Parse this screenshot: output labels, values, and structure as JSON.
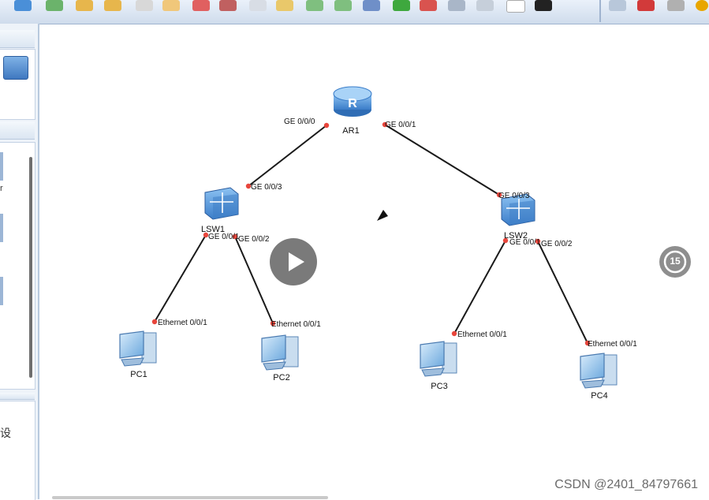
{
  "toolbar": {
    "icons": [
      "save-icon",
      "print-icon",
      "undo-icon",
      "redo-icon",
      "select-icon",
      "hand-icon",
      "delete-icon",
      "delete-link-icon",
      "text-icon",
      "palette-icon",
      "zoom-in-icon",
      "zoom-out-icon",
      "topology-icon",
      "start-icon",
      "stop-icon",
      "capture-icon",
      "settings-icon",
      "fullscreen-icon",
      "terminal-icon",
      "chat-icon",
      "huawei-icon",
      "gear-icon",
      "help-icon"
    ]
  },
  "sidebar": {
    "partial_label_1": "r",
    "partial_label_2": "设"
  },
  "topology": {
    "devices": [
      {
        "id": "AR1",
        "label": "AR1",
        "type": "router"
      },
      {
        "id": "LSW1",
        "label": "LSW1",
        "type": "switch"
      },
      {
        "id": "LSW2",
        "label": "LSW2",
        "type": "switch"
      },
      {
        "id": "PC1",
        "label": "PC1",
        "type": "pc"
      },
      {
        "id": "PC2",
        "label": "PC2",
        "type": "pc"
      },
      {
        "id": "PC3",
        "label": "PC3",
        "type": "pc"
      },
      {
        "id": "PC4",
        "label": "PC4",
        "type": "pc"
      }
    ],
    "links": [
      {
        "from": "AR1",
        "to": "LSW1",
        "from_port": "GE 0/0/0",
        "to_port": "GE 0/0/3"
      },
      {
        "from": "AR1",
        "to": "LSW2",
        "from_port": "GE 0/0/1",
        "to_port": "GE 0/0/3"
      },
      {
        "from": "LSW1",
        "to": "PC1",
        "from_port": "GE 0/0/1",
        "to_port": "Ethernet 0/0/1"
      },
      {
        "from": "LSW1",
        "to": "PC2",
        "from_port": "GE 0/0/2",
        "to_port": "Ethernet 0/0/1"
      },
      {
        "from": "LSW2",
        "to": "PC3",
        "from_port": "GE 0/0/1",
        "to_port": "Ethernet 0/0/1"
      },
      {
        "from": "LSW2",
        "to": "PC4",
        "from_port": "GE 0/0/2",
        "to_port": "Ethernet 0/0/1"
      }
    ]
  },
  "overlay": {
    "play_icon": "play-icon",
    "forward_icon": "forward-15-icon",
    "forward_label": "15",
    "watermark": "CSDN @2401_84797661"
  }
}
